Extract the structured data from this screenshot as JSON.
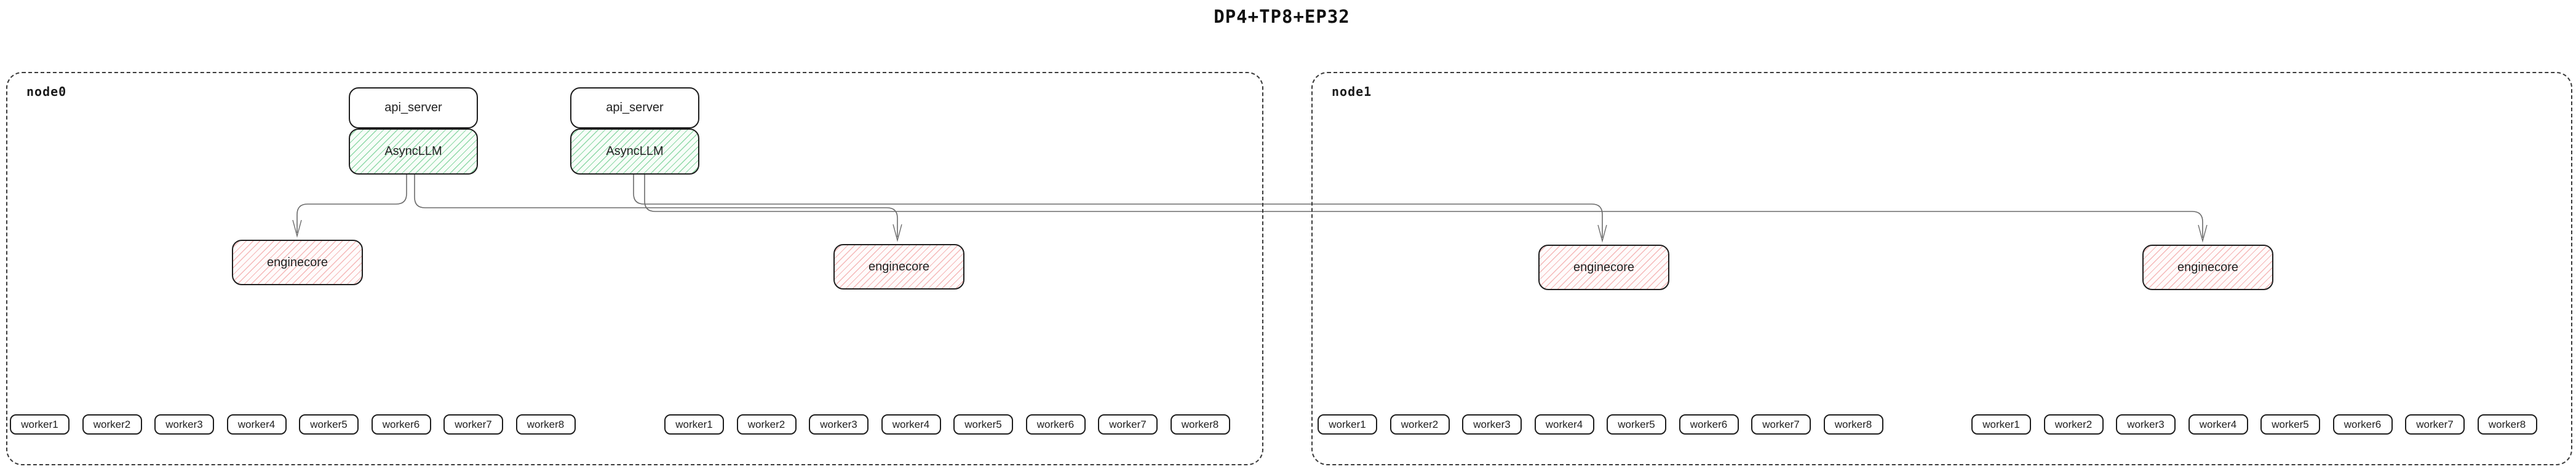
{
  "title": "DP4+TP8+EP32",
  "colors": {
    "async_hatch": "#8fd9a8",
    "async_bg": "#f7fdf8",
    "engine_hatch": "#f5b8b8",
    "engine_bg": "#fffbfb",
    "box_border": "#1e1e1e",
    "connector": "#6b6b6b"
  },
  "nodes": [
    {
      "label": "node0",
      "stacks": [
        {
          "api_server": "api_server",
          "asyncllm": "AsyncLLM"
        },
        {
          "api_server": "api_server",
          "asyncllm": "AsyncLLM"
        }
      ],
      "enginecores": [
        "enginecore",
        "enginecore"
      ],
      "worker_groups": [
        [
          "worker1",
          "worker2",
          "worker3",
          "worker4",
          "worker5",
          "worker6",
          "worker7",
          "worker8"
        ],
        [
          "worker1",
          "worker2",
          "worker3",
          "worker4",
          "worker5",
          "worker6",
          "worker7",
          "worker8"
        ]
      ]
    },
    {
      "label": "node1",
      "stacks": [],
      "enginecores": [
        "enginecore",
        "enginecore"
      ],
      "worker_groups": [
        [
          "worker1",
          "worker2",
          "worker3",
          "worker4",
          "worker5",
          "worker6",
          "worker7",
          "worker8"
        ],
        [
          "worker1",
          "worker2",
          "worker3",
          "worker4",
          "worker5",
          "worker6",
          "worker7",
          "worker8"
        ]
      ]
    }
  ]
}
